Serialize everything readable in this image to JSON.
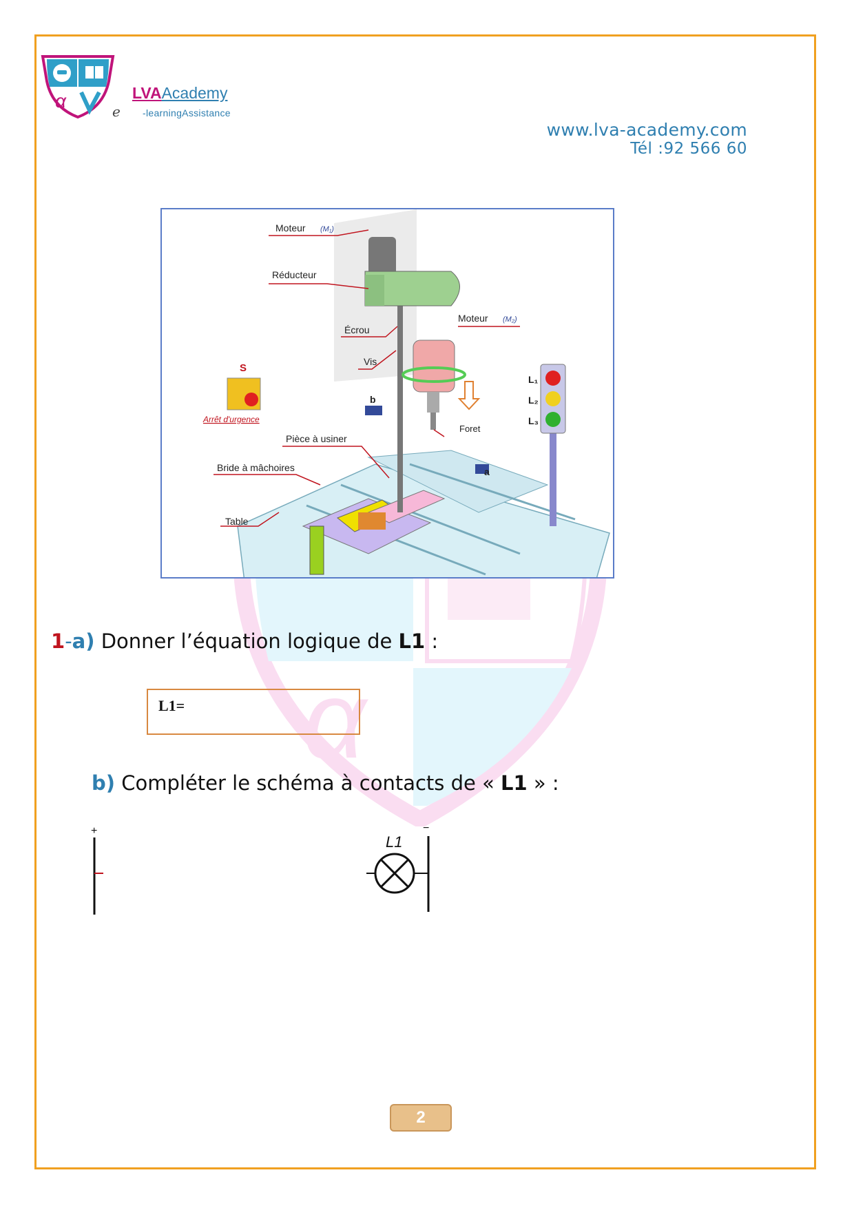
{
  "header": {
    "brand_lva": "LVA",
    "brand_academy": "Academy",
    "brand_e": "e",
    "tagline": "-learningAssistance",
    "website": "www.lva-academy.com",
    "phone": "Tél :92 566 60"
  },
  "figure": {
    "labels": {
      "moteur_m1": "Moteur",
      "m1": "(M₁)",
      "reducteur": "Réducteur",
      "moteur_m2": "Moteur",
      "m2": "(M₂)",
      "ecrou": "Écrou",
      "vis": "Vis",
      "foret": "Foret",
      "piece": "Pièce à usiner",
      "bride": "Bride à mâchoires",
      "table": "Table",
      "s": "S",
      "arret": "Arrêt d'urgence",
      "b": "b",
      "a": "a",
      "l1": "L₁",
      "l2": "L₂",
      "l3": "L₃"
    },
    "colors": {
      "red_light": "#e02020",
      "yellow_light": "#f0d020",
      "green_light": "#30b030"
    }
  },
  "question1": {
    "number": "1",
    "dash": "-",
    "part": "a)",
    "text": "Donner l’équation logique de ",
    "var": "L1",
    "colon": " :",
    "answer_label": "L1="
  },
  "question_b": {
    "part": "b)",
    "text": "Compléter le schéma à contacts de « ",
    "var": "L1",
    "end": " » :"
  },
  "schema": {
    "plus": "+",
    "minus": "−",
    "lamp_label": "L1"
  },
  "page_number": "2"
}
